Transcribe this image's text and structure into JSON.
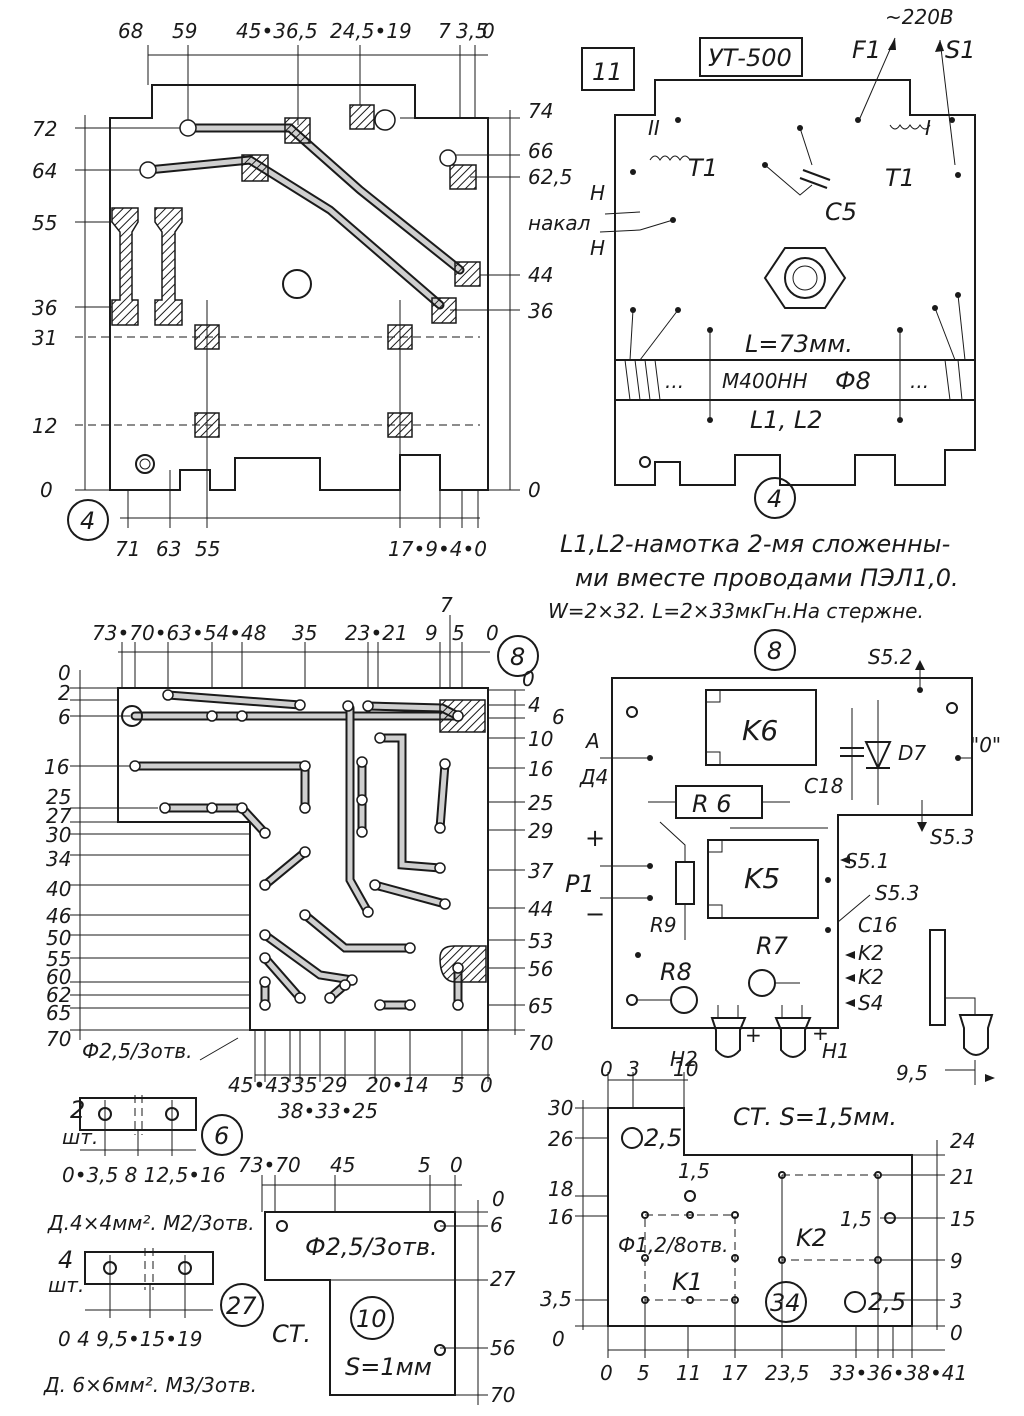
{
  "board4": {
    "label": "4",
    "top_dims": [
      "68",
      "59",
      "45•36,5",
      "24,5•19",
      "7",
      "3,5",
      "0"
    ],
    "bottom_dims": [
      "71",
      "63",
      "55",
      "17•9•4•0"
    ],
    "left_dims": [
      "72",
      "64",
      "55",
      "36",
      "31",
      "12",
      "0"
    ],
    "right_dims": [
      "74",
      "66",
      "62,5",
      "44",
      "36",
      "0"
    ]
  },
  "schem4": {
    "board_label": "4",
    "box_number": "11",
    "model": "УТ-500",
    "mains": "~220В",
    "f1": "F1",
    "s1": "S1",
    "t1_left": "T1",
    "t1_right": "T1",
    "winding_left": "II",
    "winding_right": "I",
    "c5": "C5",
    "h_top": "H",
    "nakal": "накал",
    "h_bottom": "H",
    "length": "L=73мм.",
    "core": "М400НН",
    "diam": "Ф8",
    "dots_left": "...",
    "dots_right": "...",
    "coils": "L1, L2",
    "note_line1": "L1,L2-намотка 2-мя сложенны-",
    "note_line2": "ми вместе проводами ПЭЛ1,0.",
    "note_line3": "W=2×32. L=2×33мкГн.На стержне."
  },
  "board8": {
    "label": "8",
    "top_dims": [
      "73•70•63•54•48",
      "35",
      "23•21",
      "9",
      "7",
      "5",
      "0"
    ],
    "left_dims": [
      "0",
      "2",
      "6",
      "16",
      "25",
      "27",
      "30",
      "34",
      "40",
      "46",
      "50",
      "55",
      "60",
      "62",
      "65",
      "70"
    ],
    "right_dims": [
      "0",
      "4",
      "6",
      "10",
      "16",
      "25",
      "29",
      "37",
      "44",
      "53",
      "56",
      "65",
      "70"
    ],
    "bottom_dims": [
      "45•43",
      "35",
      "29",
      "20•14",
      "5",
      "0"
    ],
    "bottom_dims2": "38•33•25",
    "holes_note": "Ф2,5/3отв."
  },
  "schem8": {
    "label": "8",
    "s52": "S5.2",
    "k6": "K6",
    "d7": "D7",
    "out": "\"0\"",
    "c18": "C18",
    "a": "A",
    "d4": "Д4",
    "r6": "R 6",
    "s53_top": "S5.3",
    "plus": "+",
    "p1": "P1",
    "minus": "−",
    "k5": "K5",
    "s51": "S5.1",
    "s53": "S5.3",
    "c16": "C16",
    "r9": "R9",
    "k2a": "K2",
    "k2b": "K2",
    "r7": "R7",
    "r8": "R8",
    "s4": "S4",
    "h2": "H2",
    "h1": "H1",
    "h2_plus": "+",
    "h1_plus": "+",
    "dim_95": "9,5"
  },
  "part6": {
    "label": "6",
    "qty": "2",
    "qty_unit": "шт.",
    "dims": "0•3,5  8  12,5•16",
    "note": "Д.4×4мм². М2/3отв."
  },
  "part27": {
    "label": "27",
    "qty": "4",
    "qty_unit": "шт.",
    "dims": "0  4  9,5•15•19",
    "note": "Д. 6×6мм². М3/3отв."
  },
  "part10": {
    "label": "10",
    "top_dims": [
      "73•70",
      "45",
      "5",
      "0"
    ],
    "right_dims": [
      "0",
      "6",
      "27",
      "56",
      "70"
    ],
    "holes": "Ф2,5/3отв.",
    "material": "СТ.",
    "thickness": "S=1мм"
  },
  "part34": {
    "label": "34",
    "title": "СТ. S=1,5мм.",
    "top_dims": [
      "0",
      "3",
      "10"
    ],
    "left_dims": [
      "30",
      "26",
      "18",
      "16",
      "3,5",
      "0"
    ],
    "right_dims": [
      "24",
      "21",
      "15",
      "9",
      "3",
      "0"
    ],
    "bottom_dims": [
      "0",
      "5",
      "11",
      "17",
      "23,5",
      "33•36•38•41"
    ],
    "hole_top": "2,5",
    "hole_bottom": "2,5",
    "small_hole_a": "1,5",
    "small_hole_b": "1,5",
    "k1_holes": "Ф1,2/8отв.",
    "k1": "K1",
    "k2": "K2"
  }
}
